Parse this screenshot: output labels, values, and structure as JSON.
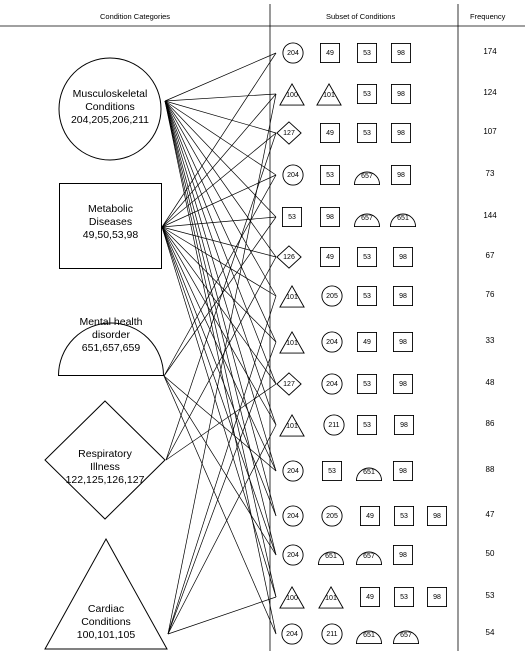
{
  "headers": {
    "categories": "Condition Categories",
    "subset": "Subset of Conditions",
    "frequency": "Frequency"
  },
  "categories": [
    {
      "shape": "circle",
      "name_lines": [
        "Musculoskeletal",
        "Conditions"
      ],
      "codes": "204,205,206,211"
    },
    {
      "shape": "square",
      "name_lines": [
        "Metabolic",
        "Diseases"
      ],
      "codes": "49,50,53,98"
    },
    {
      "shape": "semicircle",
      "name_lines": [
        "Mental health",
        "disorder"
      ],
      "codes": "651,657,659"
    },
    {
      "shape": "diamond",
      "name_lines": [
        "Respiratory",
        "Illness"
      ],
      "codes": "122,125,126,127"
    },
    {
      "shape": "triangle",
      "name_lines": [
        "Cardiac",
        "Conditions"
      ],
      "codes": "100,101,105"
    }
  ],
  "subsets": [
    {
      "items": [
        {
          "shape": "circle",
          "code": "204"
        },
        {
          "shape": "square",
          "code": "49"
        },
        {
          "shape": "square",
          "code": "53"
        },
        {
          "shape": "square",
          "code": "98"
        }
      ],
      "frequency": "174"
    },
    {
      "items": [
        {
          "shape": "triangle",
          "code": "100"
        },
        {
          "shape": "triangle",
          "code": "101"
        },
        {
          "shape": "square",
          "code": "53"
        },
        {
          "shape": "square",
          "code": "98"
        }
      ],
      "frequency": "124"
    },
    {
      "items": [
        {
          "shape": "diamond",
          "code": "127"
        },
        {
          "shape": "square",
          "code": "49"
        },
        {
          "shape": "square",
          "code": "53"
        },
        {
          "shape": "square",
          "code": "98"
        }
      ],
      "frequency": "107"
    },
    {
      "items": [
        {
          "shape": "circle",
          "code": "204"
        },
        {
          "shape": "square",
          "code": "53"
        },
        {
          "shape": "semicircle",
          "code": "657"
        },
        {
          "shape": "square",
          "code": "98"
        }
      ],
      "frequency": "73"
    },
    {
      "items": [
        {
          "shape": "square",
          "code": "53"
        },
        {
          "shape": "square",
          "code": "98"
        },
        {
          "shape": "semicircle",
          "code": "657"
        },
        {
          "shape": "semicircle",
          "code": "651"
        }
      ],
      "frequency": "144"
    },
    {
      "items": [
        {
          "shape": "diamond",
          "code": "126"
        },
        {
          "shape": "square",
          "code": "49"
        },
        {
          "shape": "square",
          "code": "53"
        },
        {
          "shape": "square",
          "code": "98"
        }
      ],
      "frequency": "67"
    },
    {
      "items": [
        {
          "shape": "triangle",
          "code": "101"
        },
        {
          "shape": "circle",
          "code": "205"
        },
        {
          "shape": "square",
          "code": "53"
        },
        {
          "shape": "square",
          "code": "98"
        }
      ],
      "frequency": "76"
    },
    {
      "items": [
        {
          "shape": "triangle",
          "code": "101"
        },
        {
          "shape": "circle",
          "code": "204"
        },
        {
          "shape": "square",
          "code": "49"
        },
        {
          "shape": "square",
          "code": "98"
        }
      ],
      "frequency": "33"
    },
    {
      "items": [
        {
          "shape": "diamond",
          "code": "127"
        },
        {
          "shape": "circle",
          "code": "204"
        },
        {
          "shape": "square",
          "code": "53"
        },
        {
          "shape": "square",
          "code": "98"
        }
      ],
      "frequency": "48"
    },
    {
      "items": [
        {
          "shape": "triangle",
          "code": "101"
        },
        {
          "shape": "circle",
          "code": "211"
        },
        {
          "shape": "square",
          "code": "53"
        },
        {
          "shape": "square",
          "code": "98"
        }
      ],
      "frequency": "86"
    },
    {
      "items": [
        {
          "shape": "circle",
          "code": "204"
        },
        {
          "shape": "square",
          "code": "53"
        },
        {
          "shape": "semicircle",
          "code": "651"
        },
        {
          "shape": "square",
          "code": "98"
        }
      ],
      "frequency": "88"
    },
    {
      "items": [
        {
          "shape": "circle",
          "code": "204"
        },
        {
          "shape": "circle",
          "code": "205"
        },
        {
          "shape": "square",
          "code": "49"
        },
        {
          "shape": "square",
          "code": "53"
        },
        {
          "shape": "square",
          "code": "98"
        }
      ],
      "frequency": "47"
    },
    {
      "items": [
        {
          "shape": "circle",
          "code": "204"
        },
        {
          "shape": "semicircle",
          "code": "651"
        },
        {
          "shape": "semicircle",
          "code": "657"
        },
        {
          "shape": "square",
          "code": "98"
        }
      ],
      "frequency": "50"
    },
    {
      "items": [
        {
          "shape": "triangle",
          "code": "100"
        },
        {
          "shape": "triangle",
          "code": "101"
        },
        {
          "shape": "square",
          "code": "49"
        },
        {
          "shape": "square",
          "code": "53"
        },
        {
          "shape": "square",
          "code": "98"
        }
      ],
      "frequency": "53"
    },
    {
      "items": [
        {
          "shape": "circle",
          "code": "204"
        },
        {
          "shape": "circle",
          "code": "211"
        },
        {
          "shape": "semicircle",
          "code": "651"
        },
        {
          "shape": "semicircle",
          "code": "657"
        }
      ],
      "frequency": "54"
    }
  ]
}
